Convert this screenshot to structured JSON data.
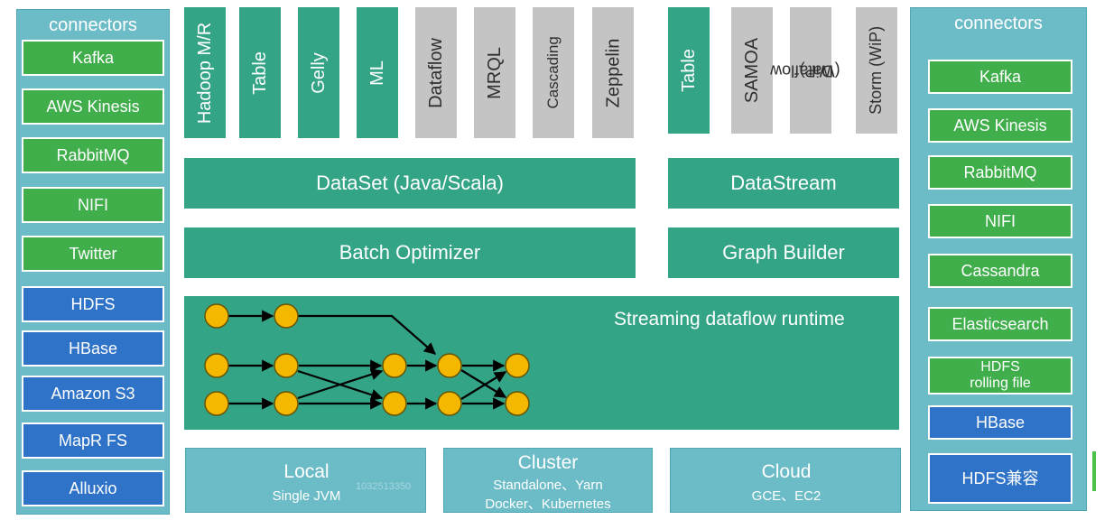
{
  "left_panel": {
    "title": "connectors",
    "green": [
      "Kafka",
      "AWS Kinesis",
      "RabbitMQ",
      "NIFI",
      "Twitter"
    ],
    "blue": [
      "HDFS",
      "HBase",
      "Amazon S3",
      "MapR FS",
      "Alluxio"
    ]
  },
  "right_panel": {
    "title": "connectors",
    "green": [
      "Kafka",
      "AWS Kinesis",
      "RabbitMQ",
      "NIFI",
      "Cassandra",
      "Elasticsearch"
    ],
    "hdfs_rolling": [
      "HDFS",
      "rolling file"
    ],
    "blue": [
      "HBase",
      "HDFS兼容"
    ]
  },
  "batch_libraries": [
    {
      "label": "Hadoop M/R",
      "style": "teal"
    },
    {
      "label": "Table",
      "style": "teal"
    },
    {
      "label": "Gelly",
      "style": "teal"
    },
    {
      "label": "ML",
      "style": "teal"
    },
    {
      "label": "Dataflow",
      "style": "gray"
    },
    {
      "label": "MRQL",
      "style": "gray"
    },
    {
      "label": "Cascading",
      "style": "gray"
    },
    {
      "label": "Zeppelin",
      "style": "gray"
    }
  ],
  "stream_libraries": [
    {
      "label": "Table",
      "style": "teal"
    },
    {
      "label": "SAMOA",
      "style": "gray"
    },
    {
      "label": "Dataflow",
      "label2": "(WiP)",
      "style": "gray"
    },
    {
      "label": "Storm (WiP)",
      "style": "gray"
    }
  ],
  "apis": {
    "dataset": "DataSet (Java/Scala)",
    "datastream": "DataStream",
    "batch_optimizer": "Batch Optimizer",
    "graph_builder": "Graph Builder"
  },
  "runtime": {
    "label": "Streaming dataflow runtime",
    "node_color": "#f5b800"
  },
  "deploy": {
    "local": {
      "title": "Local",
      "line1": "Single JVM"
    },
    "cluster": {
      "title": "Cluster",
      "line1": "Standalone、Yarn",
      "line2": "Docker、Kubernetes"
    },
    "cloud": {
      "title": "Cloud",
      "line1": "GCE、EC2"
    }
  },
  "watermark": "1032513350",
  "colors": {
    "teal": "#33a486",
    "panel": "#6cbcc8",
    "green": "#3fae4b",
    "blue": "#2f73c9",
    "gray": "#c4c4c4"
  }
}
